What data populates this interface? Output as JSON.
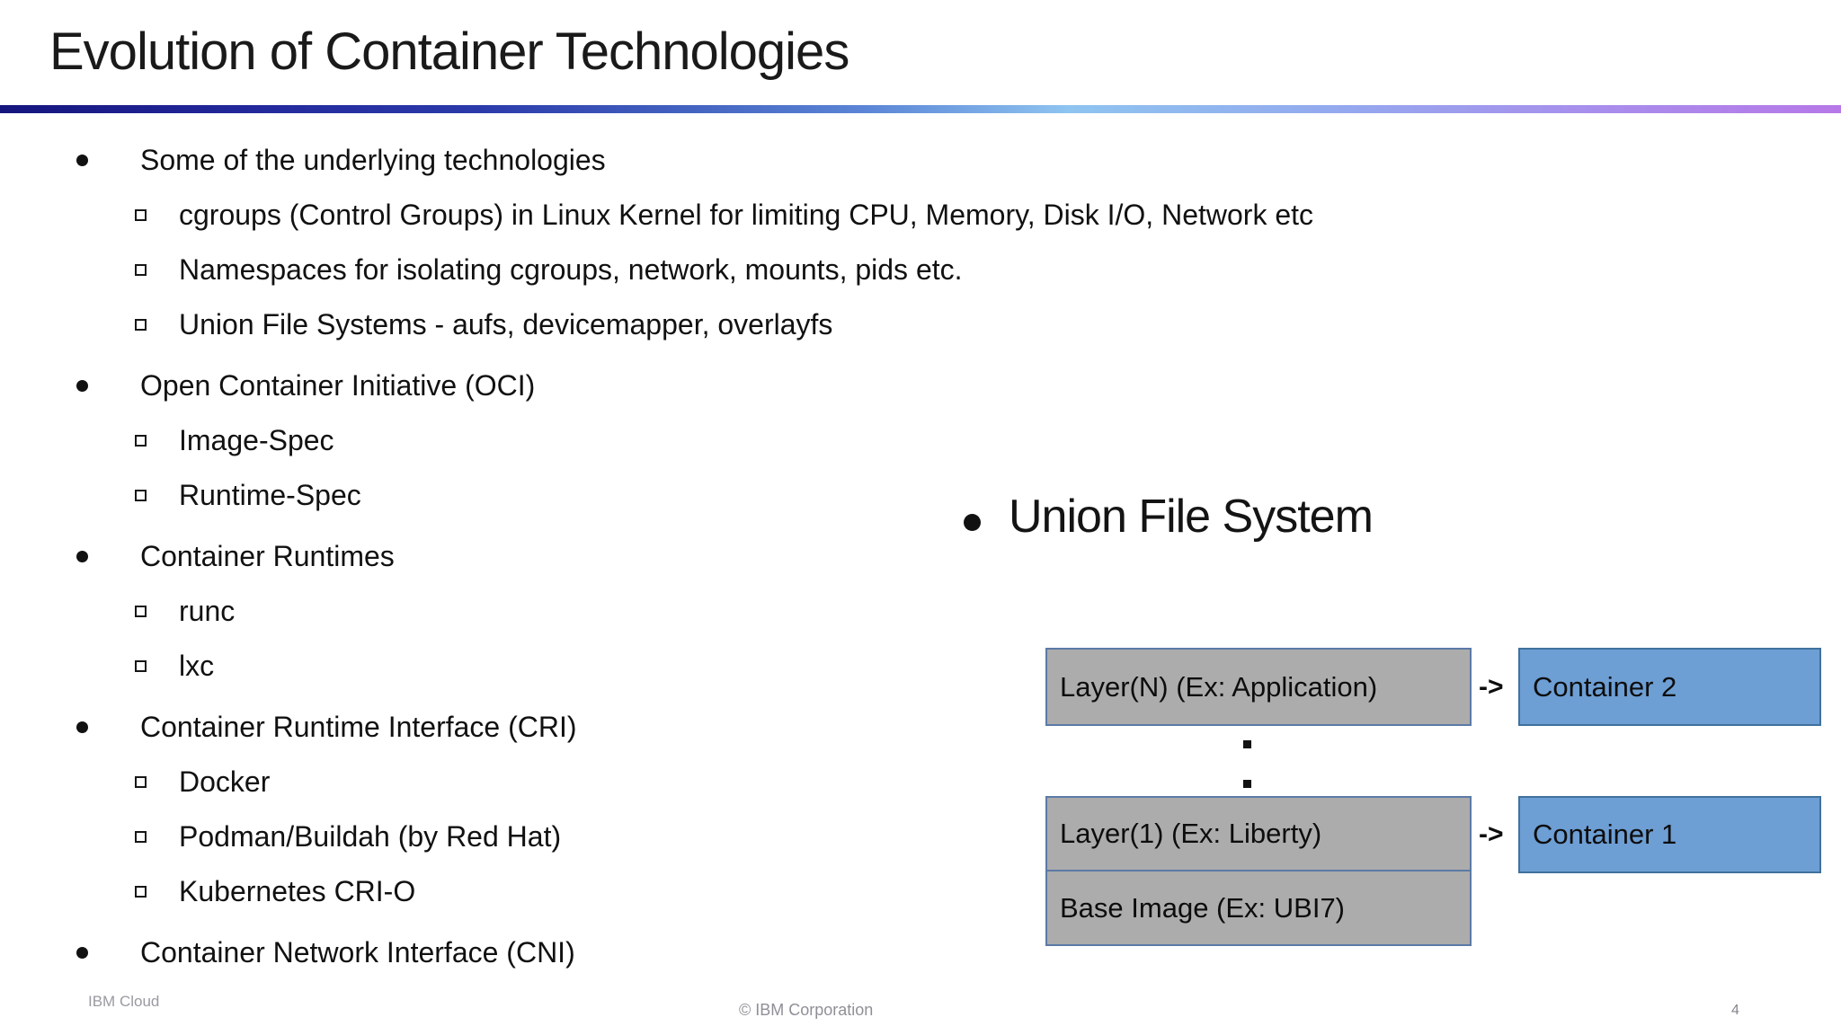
{
  "slide": {
    "title": "Evolution of Container Technologies",
    "footer_left": "IBM Cloud",
    "footer_center": "© IBM Corporation",
    "page_number": "4"
  },
  "outline": {
    "items": [
      {
        "level": 1,
        "text": "Some of the underlying technologies"
      },
      {
        "level": 2,
        "text": "cgroups (Control Groups) in Linux Kernel for limiting CPU, Memory, Disk I/O, Network etc"
      },
      {
        "level": 2,
        "text": "Namespaces for isolating cgroups, network, mounts, pids etc."
      },
      {
        "level": 2,
        "text": "Union File Systems - aufs, devicemapper, overlayfs"
      },
      {
        "level": 1,
        "text": "Open Container Initiative (OCI)"
      },
      {
        "level": 2,
        "text": "Image-Spec"
      },
      {
        "level": 2,
        "text": "Runtime-Spec"
      },
      {
        "level": 1,
        "text": "Container Runtimes"
      },
      {
        "level": 2,
        "text": "runc"
      },
      {
        "level": 2,
        "text": "lxc"
      },
      {
        "level": 1,
        "text": "Container Runtime Interface (CRI)"
      },
      {
        "level": 2,
        "text": "Docker"
      },
      {
        "level": 2,
        "text": "Podman/Buildah (by Red Hat)"
      },
      {
        "level": 2,
        "text": "Kubernetes CRI-O"
      },
      {
        "level": 1,
        "text": "Container Network Interface (CNI)"
      }
    ]
  },
  "union_fs": {
    "heading": "Union File System",
    "rows": [
      {
        "label": "Layer(N) (Ex: Application)",
        "arrow": "->",
        "container": "Container 2"
      },
      {
        "label": "Layer(1) (Ex: Liberty)",
        "arrow": "->",
        "container": "Container 1"
      },
      {
        "label": "Base Image (Ex: UBI7)"
      }
    ]
  },
  "colors": {
    "accent_gradient_start": "#15157e",
    "accent_gradient_mid": "#8ec4f0",
    "accent_gradient_end": "#b678e8",
    "layer_box_fill": "#acacac",
    "layer_box_border": "#5b7aa6",
    "container_box_fill": "#6d9ed4",
    "container_box_border": "#41719c",
    "footer_text": "#8f8f97"
  }
}
